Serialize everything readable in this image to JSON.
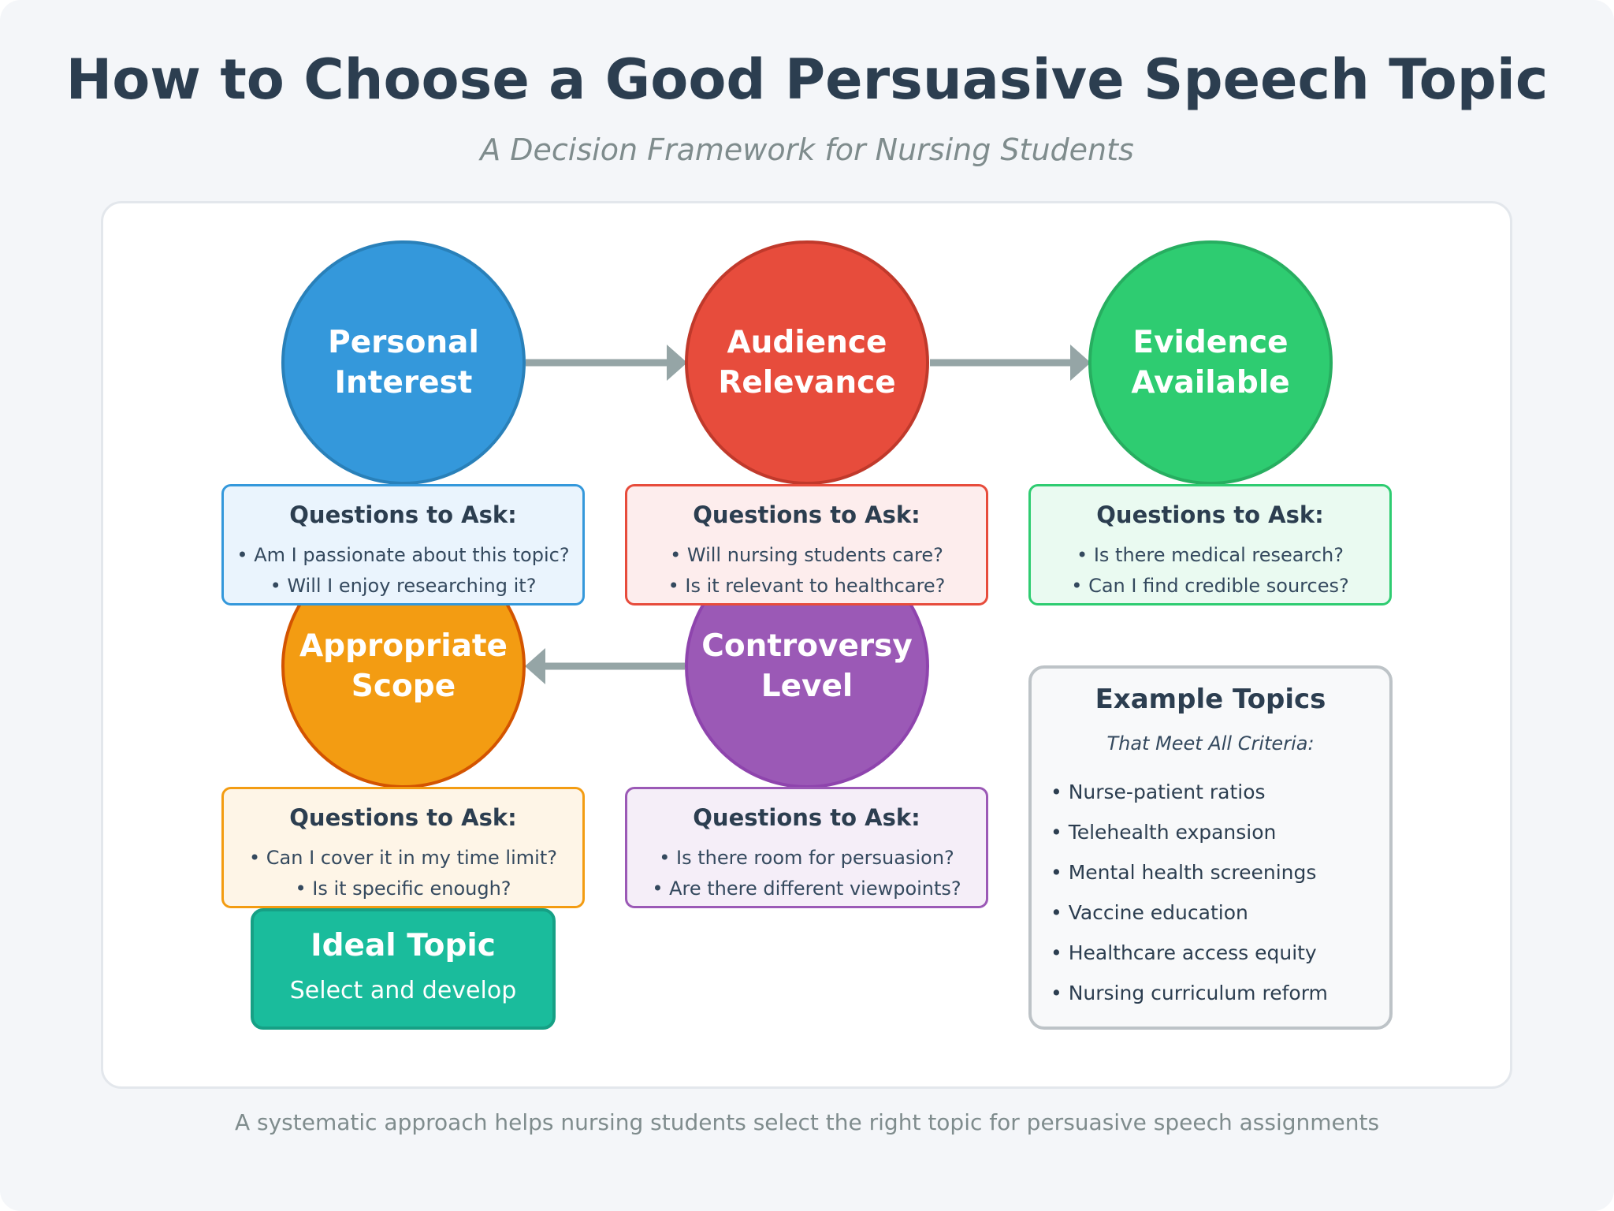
{
  "header": {
    "title": "How to Choose a Good Persuasive Speech Topic",
    "subtitle": "A Decision Framework for Nursing Students"
  },
  "steps": [
    {
      "line1": "Personal",
      "line2": "Interest",
      "color": "#3498db",
      "border": "#2980b9",
      "box_bg": "#eaf4fd",
      "questions_heading": "Questions to Ask:",
      "q1": "• Am I passionate about this topic?",
      "q2": "• Will I enjoy researching it?"
    },
    {
      "line1": "Audience",
      "line2": "Relevance",
      "color": "#e74c3c",
      "border": "#c0392b",
      "box_bg": "#fdeded",
      "questions_heading": "Questions to Ask:",
      "q1": "• Will nursing students care?",
      "q2": "• Is it relevant to healthcare?"
    },
    {
      "line1": "Evidence",
      "line2": "Available",
      "color": "#2ecc71",
      "border": "#27ae60",
      "box_bg": "#eafaf1",
      "questions_heading": "Questions to Ask:",
      "q1": "• Is there medical research?",
      "q2": "• Can I find credible sources?"
    },
    {
      "line1": "Appropriate",
      "line2": "Scope",
      "color": "#f39c12",
      "border": "#d35400",
      "box_bg": "#fef5e7",
      "questions_heading": "Questions to Ask:",
      "q1": "• Can I cover it in my time limit?",
      "q2": "• Is it specific enough?"
    },
    {
      "line1": "Controversy",
      "line2": "Level",
      "color": "#9b59b6",
      "border": "#8e44ad",
      "box_bg": "#f5eef8",
      "questions_heading": "Questions to Ask:",
      "q1": "• Is there room for persuasion?",
      "q2": "• Are there different viewpoints?"
    }
  ],
  "ideal": {
    "title": "Ideal Topic",
    "subtitle": "Select and develop",
    "color": "#1abc9c"
  },
  "examples": {
    "title": "Example Topics",
    "subtitle": "That Meet All Criteria:",
    "items": [
      "• Nurse-patient ratios",
      "• Telehealth expansion",
      "• Mental health screenings",
      "• Vaccine education",
      "• Healthcare access equity",
      "• Nursing curriculum reform"
    ]
  },
  "footer": {
    "text": "A systematic approach helps nursing students select the right topic for persuasive speech assignments"
  },
  "colors": {
    "arrow": "#95a5a6",
    "title": "#2c3e50",
    "muted": "#7f8c8d"
  }
}
